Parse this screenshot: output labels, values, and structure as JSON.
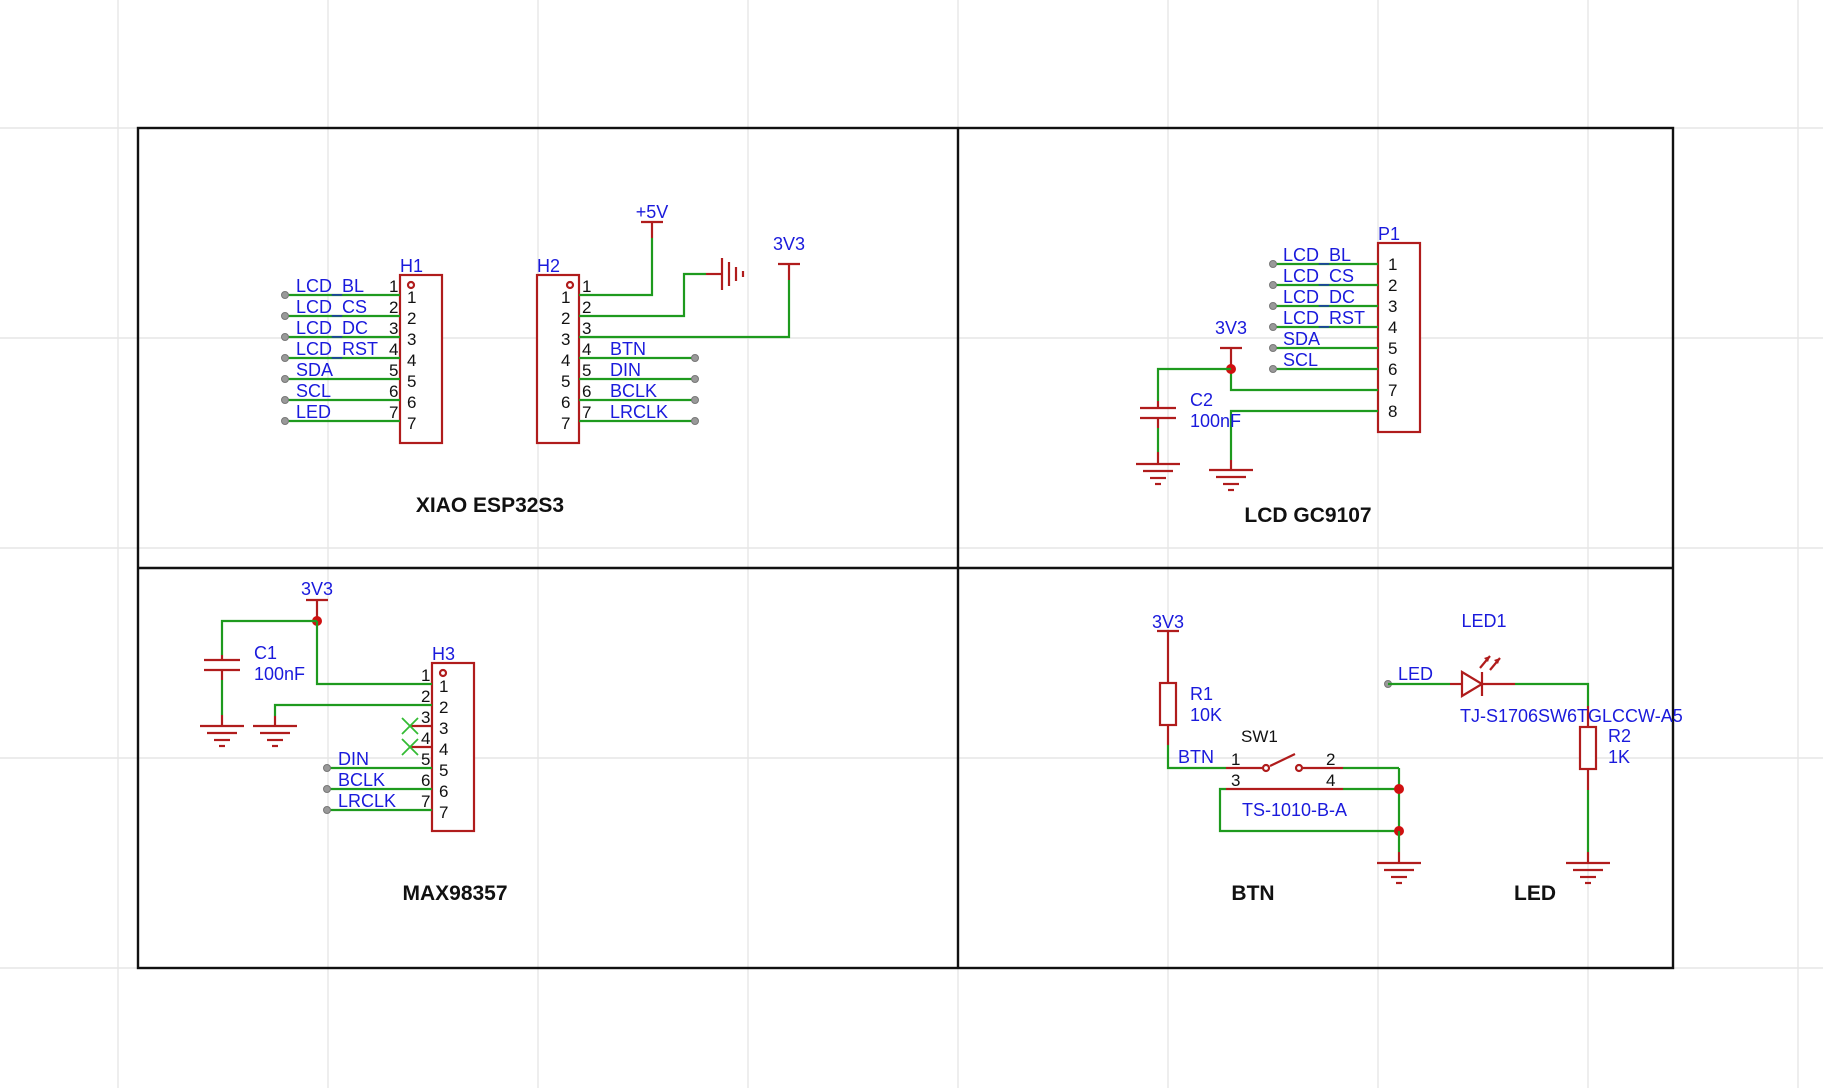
{
  "sections": {
    "xiao": "XIAO ESP32S3",
    "lcd": "LCD GC9107",
    "amp": "MAX98357",
    "btn": "BTN",
    "led": "LED"
  },
  "power": {
    "p5v": "+5V",
    "v3_h2": "3V3",
    "v3_p1": "3V3",
    "v3_amp": "3V3",
    "v3_btn": "3V3"
  },
  "h1": {
    "ref": "H1",
    "nets": [
      "LCD_BL",
      "LCD_CS",
      "LCD_DC",
      "LCD_RST",
      "SDA",
      "SCL",
      "LED"
    ],
    "pins": [
      "1",
      "2",
      "3",
      "4",
      "5",
      "6",
      "7"
    ]
  },
  "h2": {
    "ref": "H2",
    "nets": [
      "BTN",
      "DIN",
      "BCLK",
      "LRCLK"
    ],
    "pins": [
      "1",
      "2",
      "3",
      "4",
      "5",
      "6",
      "7"
    ]
  },
  "p1": {
    "ref": "P1",
    "nets": [
      "LCD_BL",
      "LCD_CS",
      "LCD_DC",
      "LCD_RST",
      "SDA",
      "SCL"
    ],
    "pins": [
      "1",
      "2",
      "3",
      "4",
      "5",
      "6",
      "7",
      "8"
    ]
  },
  "c2": {
    "ref": "C2",
    "value": "100nF"
  },
  "h3": {
    "ref": "H3",
    "nets": [
      "DIN",
      "BCLK",
      "LRCLK"
    ],
    "pins": [
      "1",
      "2",
      "3",
      "4",
      "5",
      "6",
      "7"
    ]
  },
  "c1": {
    "ref": "C1",
    "value": "100nF"
  },
  "r1": {
    "ref": "R1",
    "value": "10K"
  },
  "sw1": {
    "ref": "SW1",
    "part": "TS-1010-B-A",
    "pins": [
      "1",
      "2",
      "3",
      "4"
    ]
  },
  "btn_net": "BTN",
  "led1": {
    "ref": "LED1",
    "part": "TJ-S1706SW6TGLCCW-A5"
  },
  "led_net": "LED",
  "r2": {
    "ref": "R2",
    "value": "1K"
  }
}
